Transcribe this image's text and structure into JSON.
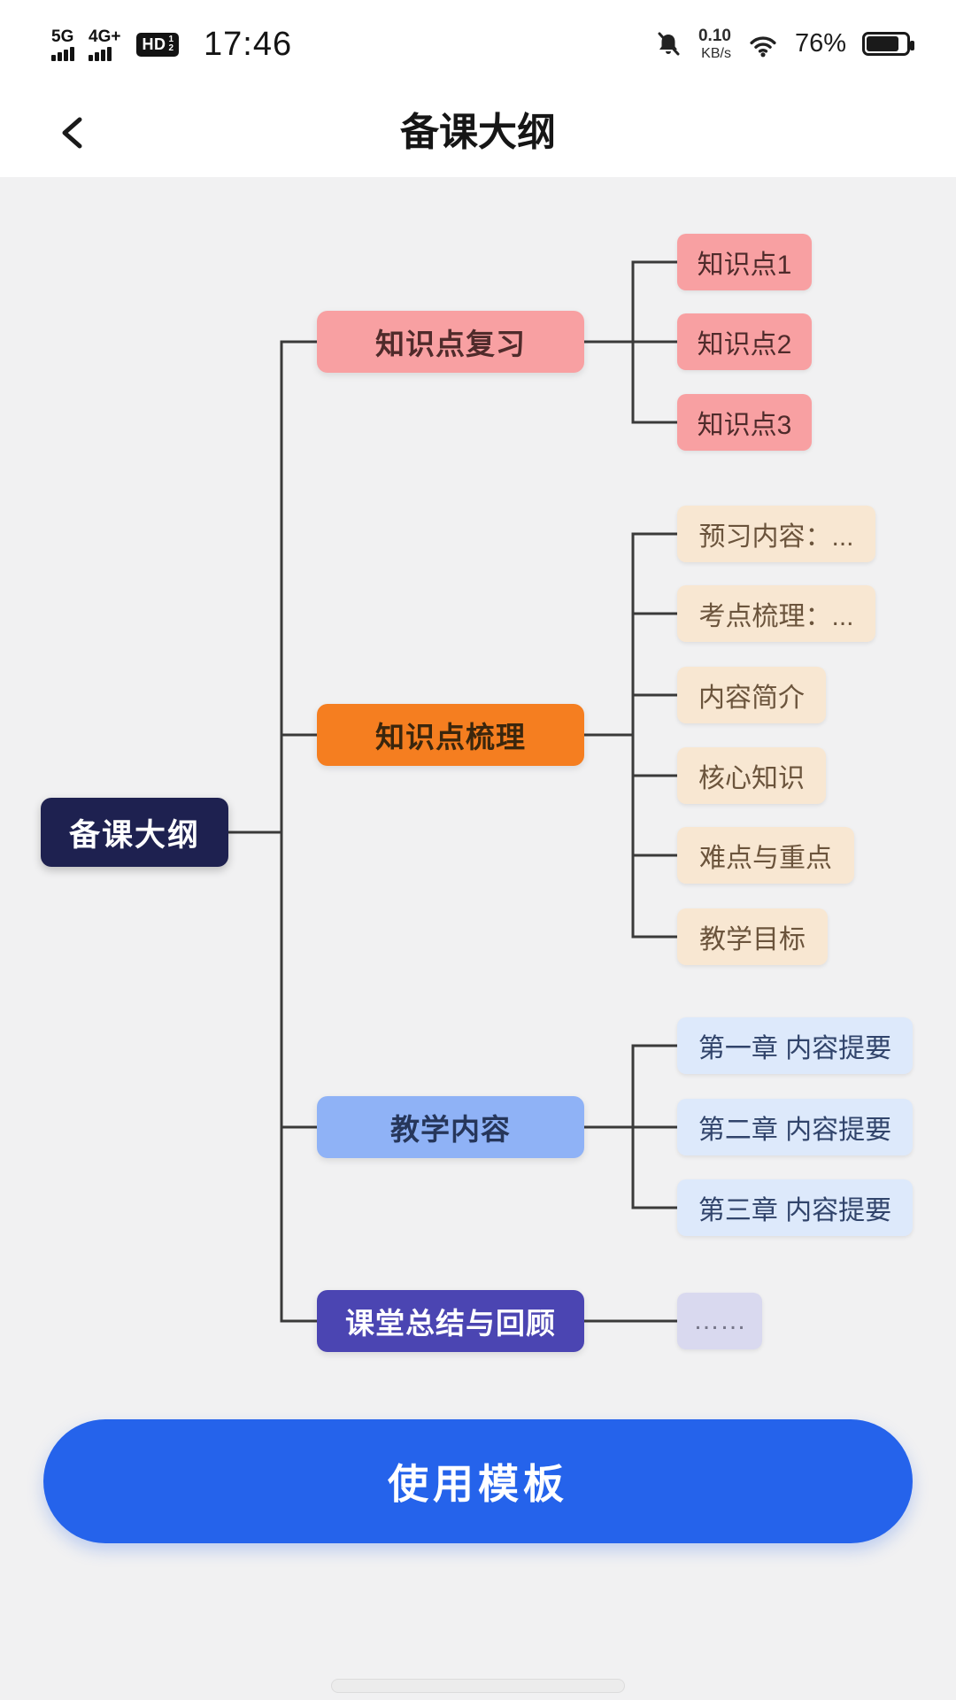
{
  "status_bar": {
    "sim1_network": "5G",
    "sim2_network": "4G+",
    "hd_badge": "HD",
    "hd_sim1": "1",
    "hd_sim2": "2",
    "time": "17:46",
    "net_speed_value": "0.10",
    "net_speed_unit": "KB/s",
    "battery_percent": "76%",
    "icons": {
      "mute": "bell-slash-icon",
      "wifi": "wifi-icon",
      "battery": "battery-icon",
      "signal": "signal-bars-icon"
    }
  },
  "header": {
    "title": "备课大纲"
  },
  "mindmap": {
    "root": {
      "label": "备课大纲"
    },
    "branches": [
      {
        "label": "知识点复习",
        "children": [
          "知识点1",
          "知识点2",
          "知识点3"
        ]
      },
      {
        "label": "知识点梳理",
        "children": [
          "预习内容：...",
          "考点梳理：...",
          "内容简介",
          "核心知识",
          "难点与重点",
          "教学目标"
        ]
      },
      {
        "label": "教学内容",
        "children": [
          "第一章 内容提要",
          "第二章 内容提要",
          "第三章 内容提要"
        ]
      },
      {
        "label": "课堂总结与回顾",
        "children": [
          "……"
        ]
      }
    ]
  },
  "footer": {
    "use_template_label": "使用模板"
  },
  "colors": {
    "root_bg": "#1e2150",
    "branch_review_bg": "#f8a0a2",
    "branch_review_child_bg": "#f8a0a2",
    "branch_outline_bg": "#f57e20",
    "branch_outline_child_bg": "#f8e7d2",
    "branch_content_bg": "#8fb2f6",
    "branch_content_child_bg": "#dde9fb",
    "branch_summary_bg": "#4b45b2",
    "branch_summary_child_bg": "#d9d9ef",
    "button_bg": "#2563eb",
    "connector": "#3a3a3a"
  }
}
